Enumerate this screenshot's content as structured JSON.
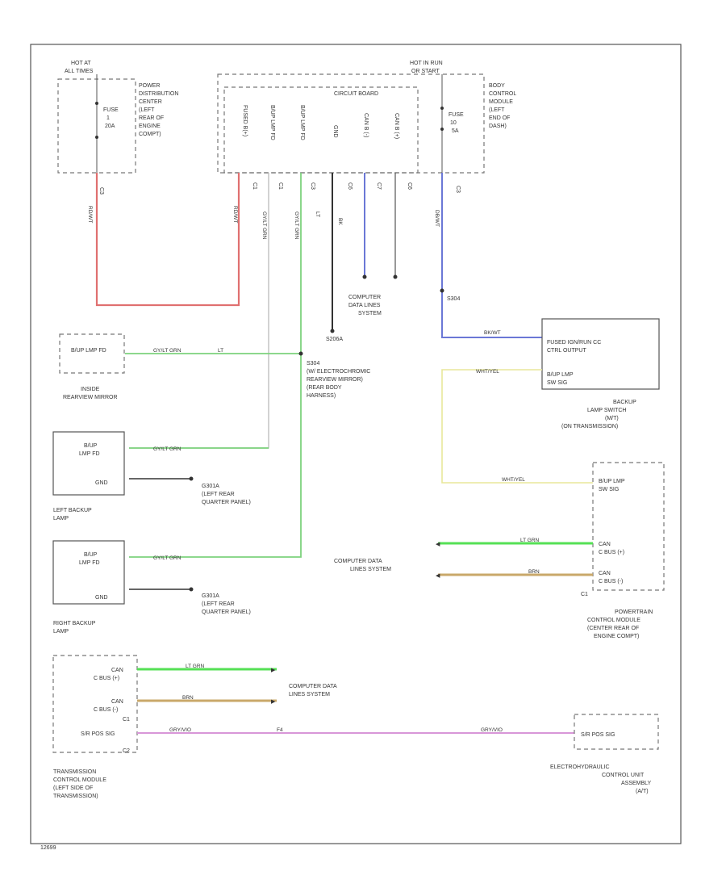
{
  "diagram": {
    "footer_code": "12699",
    "components": {
      "pdc": {
        "title": [
          "POWER",
          "DISTRIBUTION",
          "CENTER",
          "(LEFT",
          "REAR OF",
          "ENGINE",
          "COMPT)"
        ],
        "hot": [
          "HOT AT",
          "ALL TIMES"
        ],
        "fuse": [
          "FUSE",
          "1",
          "20A"
        ],
        "pin": "C3"
      },
      "bcm": {
        "title": [
          "BODY",
          "CONTROL",
          "MODULE",
          "(LEFT",
          "END OF",
          "DASH)"
        ],
        "hot": [
          "HOT IN RUN",
          "OR START"
        ],
        "fuse": [
          "FUSE",
          "10",
          "5A"
        ],
        "pin": "C3"
      },
      "circuit_board": {
        "title": "CIRCUIT BOARD",
        "pins": [
          "FUSED B(+)",
          "B/UP LMP FD",
          "B/UP LMP FD",
          "GND",
          "CAN B (-)",
          "CAN B (+)"
        ],
        "pin_nums": [
          "C1",
          "C1",
          "C3",
          "C6",
          "C7",
          "C6"
        ]
      },
      "mirror": {
        "title": [
          "INSIDE",
          "REARVIEW MIRROR"
        ],
        "pin": "B/UP LMP FD"
      },
      "splice_s206a": {
        "label": "S206A"
      },
      "splice_s304": {
        "label": [
          "S304",
          "(W/ ELECTROCHROMIC",
          "REARVIEW MIRROR)",
          "(REAR BODY",
          "HARNESS)"
        ]
      },
      "left_lamp": {
        "title": [
          "LEFT BACKUP",
          "LAMP"
        ],
        "pins": [
          "B/UP",
          "LMP FD",
          "GND"
        ],
        "ground": [
          "G301A",
          "(LEFT REAR",
          "QUARTER PANEL)"
        ]
      },
      "right_lamp": {
        "title": [
          "RIGHT BACKUP",
          "LAMP"
        ],
        "pins": [
          "B/UP",
          "LMP FD",
          "GND"
        ],
        "ground": [
          "G301A",
          "(LEFT REAR",
          "QUARTER PANEL)"
        ]
      },
      "backup_switch": {
        "title": [
          "BACKUP",
          "LAMP SWITCH",
          "(M/T)",
          "(ON TRANSMISSION)"
        ],
        "pins": [
          "FUSED IGN/RUN CC",
          "CTRL OUTPUT",
          "B/UP LMP",
          "SW SIG"
        ]
      },
      "splice_s304b": {
        "label": "S304"
      },
      "pcm": {
        "title": [
          "POWERTRAIN",
          "CONTROL MODULE",
          "(CENTER REAR OF",
          "ENGINE COMPT)"
        ],
        "pins": [
          "B/UP LMP",
          "SW SIG",
          "CAN",
          "C BUS (+)",
          "CAN",
          "C BUS (-)"
        ],
        "conn": "C1"
      },
      "cdl_top": {
        "label": [
          "COMPUTER",
          "DATA LINES",
          "SYSTEM"
        ]
      },
      "cdl_pcm": {
        "label": [
          "COMPUTER DATA",
          "LINES SYSTEM"
        ]
      },
      "cdl_tcm": {
        "label": [
          "COMPUTER DATA",
          "LINES SYSTEM"
        ]
      },
      "tcm": {
        "title": [
          "TRANSMISSION",
          "CONTROL MODULE",
          "(LEFT SIDE OF",
          "TRANSMISSION)"
        ],
        "pins": [
          "CAN",
          "C BUS (+)",
          "CAN",
          "C BUS (-)",
          "C1",
          "S/R POS SIG",
          "C2"
        ]
      },
      "ecu": {
        "title": [
          "ELECTROHYDRAULIC",
          "CONTROL UNIT",
          "ASSEMBLY",
          "(A/T)"
        ],
        "pin": "S/R POS SIG"
      }
    },
    "wire_labels": {
      "red_wire": "RD/WT",
      "gy_lg": "GY/LT GRN",
      "lt": "LT",
      "blk": "BK",
      "db_wt": "DB/WT",
      "wt_yel": "WHT/YEL",
      "lt_grn": "LT GRN",
      "brn": "BRN",
      "gry_vio": "GRY/VIO",
      "bk_wt": "BK/WT",
      "ping": "F4"
    },
    "colors": {
      "red": "#e07070",
      "green": "#7dd27d",
      "bright_green": "#55e055",
      "blue": "#6b78d6",
      "yellow": "#e8e79a",
      "tan": "#c9a86a",
      "pink": "#d896d8",
      "black": "#333333",
      "gray": "#aaaaaa"
    }
  }
}
